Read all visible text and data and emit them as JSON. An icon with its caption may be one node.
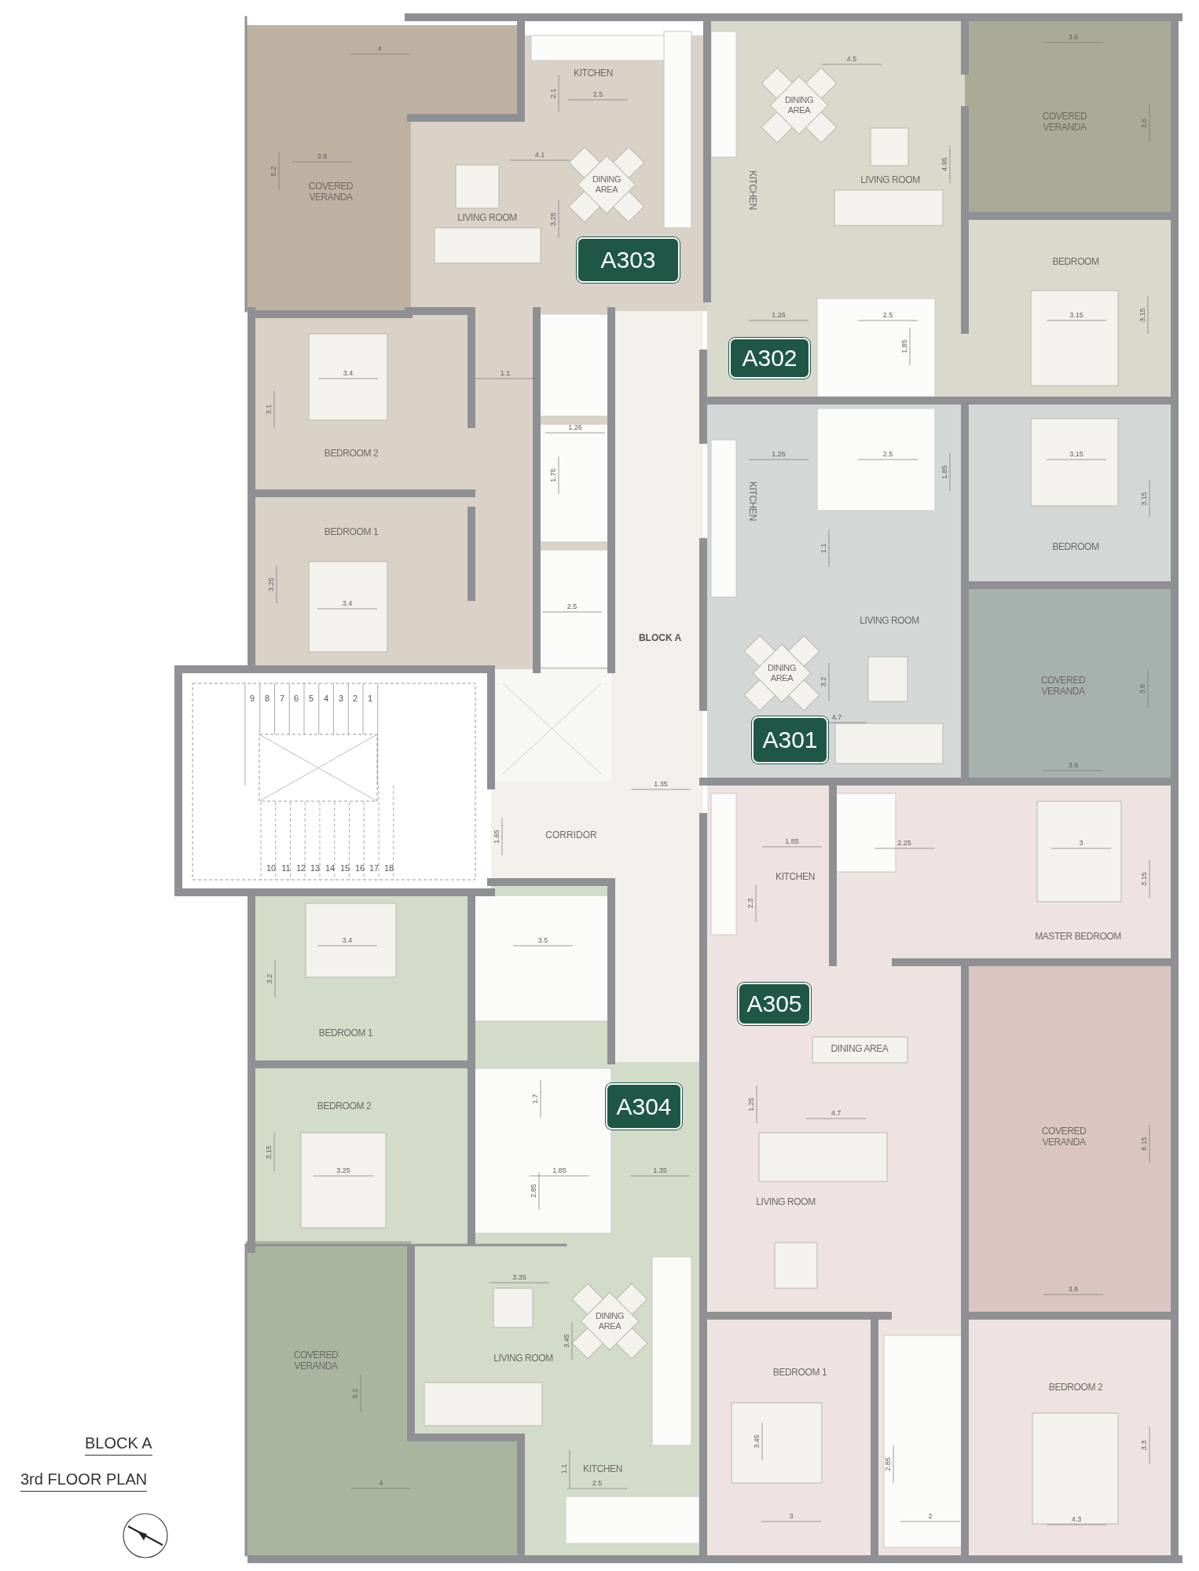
{
  "diagram": {
    "title": "BLOCK A",
    "caption": "3rd FLOOR PLAN",
    "nodes": [
      {
        "text": [
          "COVERED VERANDA"
        ]
      },
      {
        "text": [
          "KITCHEN"
        ]
      },
      {
        "text": [
          "LIVING ROOM"
        ]
      },
      {
        "text": [
          "DINING AREA"
        ]
      },
      {
        "text": [
          "A303"
        ]
      },
      {
        "text": [
          "BEDROOM 2"
        ]
      },
      {
        "text": [
          "BEDROOM 1"
        ]
      },
      {
        "text": [
          "DINING AREA"
        ]
      },
      {
        "text": [
          "LIVING ROOM"
        ]
      },
      {
        "text": [
          "KITCHEN"
        ]
      },
      {
        "text": [
          "COVERED VERANDA"
        ]
      },
      {
        "text": [
          "BEDROOM"
        ]
      },
      {
        "text": [
          "A302"
        ]
      },
      {
        "text": [
          "BEDROOM"
        ]
      },
      {
        "text": [
          "KITCHEN"
        ]
      },
      {
        "text": [
          "LIVING ROOM"
        ]
      },
      {
        "text": [
          "DINING AREA"
        ]
      },
      {
        "text": [
          "COVERED VERANDA"
        ]
      },
      {
        "text": [
          "A301"
        ]
      },
      {
        "text": [
          "KITCHEN"
        ]
      },
      {
        "text": [
          "MASTER BEDROOM"
        ]
      },
      {
        "text": [
          "A305"
        ]
      },
      {
        "text": [
          "DINING AREA"
        ]
      },
      {
        "text": [
          "COVERED VERANDA"
        ]
      },
      {
        "text": [
          "LIVING ROOM"
        ]
      },
      {
        "text": [
          "BEDROOM 1"
        ]
      },
      {
        "text": [
          "BEDROOM 2"
        ]
      },
      {
        "text": [
          "BEDROOM 1"
        ]
      },
      {
        "text": [
          "BEDROOM 2"
        ]
      },
      {
        "text": [
          "A304"
        ]
      },
      {
        "text": [
          "COVERED VERANDA"
        ]
      },
      {
        "text": [
          "DINING AREA"
        ]
      },
      {
        "text": [
          "LIVING ROOM"
        ]
      },
      {
        "text": [
          "KITCHEN"
        ]
      }
    ],
    "labels": [
      "3.6",
      "4",
      "4.5",
      "2.1",
      "2.5",
      "3.6",
      "3.8",
      "4.1",
      "4.95",
      "5.2",
      "3.25",
      "1.26",
      "2.5",
      "3.15",
      "3.15",
      "1.85",
      "3.4",
      "1.1",
      "3.1",
      "1.26",
      "1.26",
      "2.5",
      "3.15",
      "1.75",
      "1.85",
      "3.15",
      "1.1",
      "3.25",
      "3.4",
      "2.5",
      "BLOCK A",
      "3.2",
      "3.6",
      "9",
      "8",
      "7",
      "6",
      "5",
      "4",
      "3",
      "2",
      "1",
      "4.7",
      "3.6",
      "1.35",
      "CORRIDOR",
      "1.65",
      "1.85",
      "2.25",
      "3",
      "10",
      "11",
      "12",
      "13",
      "14",
      "15",
      "16",
      "17",
      "18",
      "3.15",
      "2.3",
      "3.4",
      "3.5",
      "3.2",
      "1.7",
      "1.25",
      "4.7",
      "6.15",
      "3.15",
      "3.25",
      "1.85",
      "1.35",
      "2.85",
      "3.35",
      "3.6",
      "3.45",
      "5.2",
      "3.45",
      "3.3",
      "1.1",
      "2.85",
      "4",
      "2.5",
      "3",
      "2",
      "4.3"
    ]
  }
}
